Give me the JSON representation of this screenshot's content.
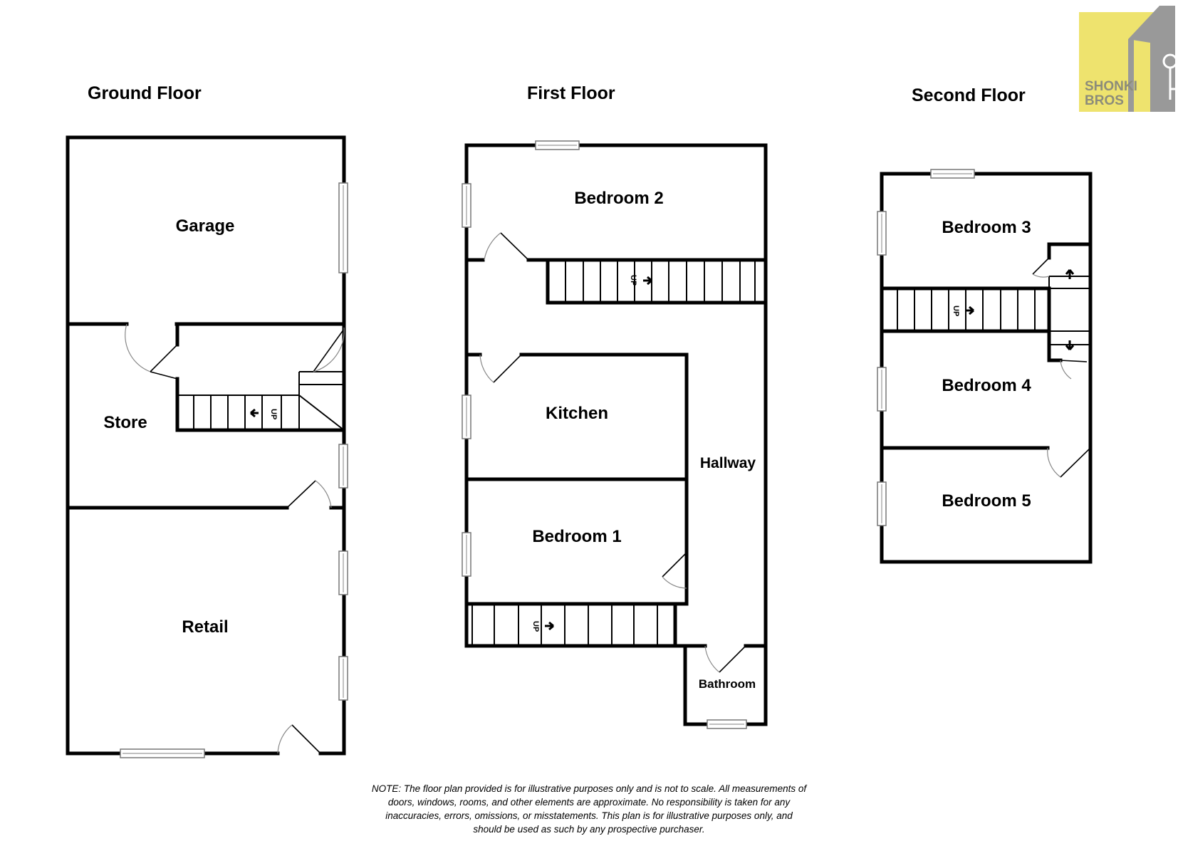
{
  "floors": {
    "ground": {
      "title": "Ground Floor",
      "rooms": {
        "garage": "Garage",
        "store": "Store",
        "retail": "Retail"
      }
    },
    "first": {
      "title": "First Floor",
      "rooms": {
        "bedroom2": "Bedroom 2",
        "kitchen": "Kitchen",
        "bedroom1": "Bedroom 1",
        "hallway": "Hallway",
        "bathroom": "Bathroom"
      }
    },
    "second": {
      "title": "Second Floor",
      "rooms": {
        "bedroom3": "Bedroom 3",
        "bedroom4": "Bedroom 4",
        "bedroom5": "Bedroom 5"
      }
    }
  },
  "stairs_label": "UP",
  "logo": {
    "line1": "SHONKI",
    "line2": "BROS",
    "bg_color": "#EEE36E",
    "house_color": "#999999"
  },
  "note": "NOTE: The floor plan provided is for illustrative purposes only and is not to scale. All measurements of doors, windows, rooms, and other elements are approximate. No responsibility is taken for any inaccuracies, errors, omissions, or misstatements. This plan is for illustrative purposes only, and should be used as such by any prospective purchaser."
}
